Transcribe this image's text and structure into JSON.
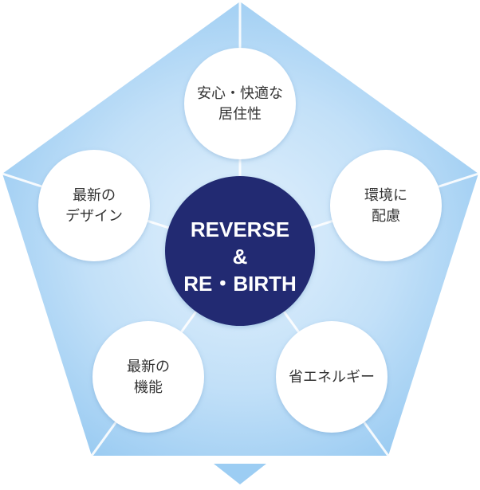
{
  "colors": {
    "pentagon_fill_light": "#d9ecfb",
    "pentagon_fill_dark": "#9ccdf3",
    "divider": "#ffffff",
    "node_fill": "#ffffff",
    "center_fill": "#242a72",
    "center_text": "#ffffff",
    "arrow": "#9ccdf3"
  },
  "center": {
    "line1": "REVERSE",
    "line2": "&",
    "line3": "RE・BIRTH"
  },
  "nodes": [
    {
      "key": "top",
      "lines": [
        "安心・快適な",
        "居住性"
      ]
    },
    {
      "key": "right",
      "lines": [
        "環境に",
        "配慮"
      ]
    },
    {
      "key": "bottom-right",
      "lines": [
        "省エネルギー"
      ]
    },
    {
      "key": "bottom-left",
      "lines": [
        "最新の",
        "機能"
      ]
    },
    {
      "key": "left",
      "lines": [
        "最新の",
        "デザイン"
      ]
    }
  ]
}
